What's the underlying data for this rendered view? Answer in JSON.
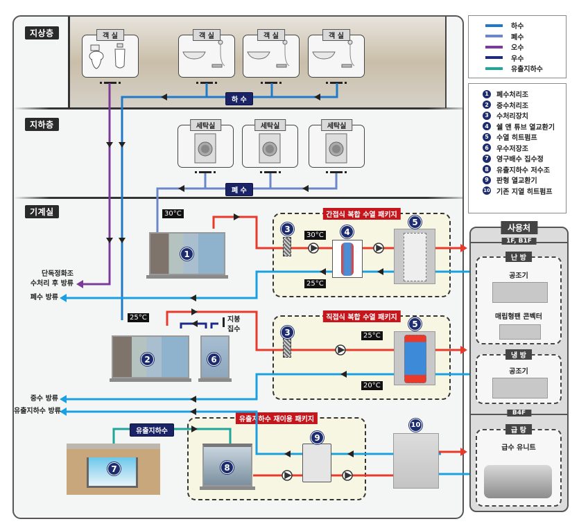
{
  "floors": {
    "ground": "지상층",
    "basement": "지하층",
    "machine_room": "기계실"
  },
  "rooms": {
    "guest_room": "객 실",
    "laundry": "세탁실"
  },
  "pipe_labels": {
    "sewage": "하 수",
    "graywater": "폐 수",
    "groundwater": "유출지하수"
  },
  "temps": {
    "t1": "30°C",
    "t2": "30°C",
    "t3": "25°C",
    "t4": "25°C",
    "t5": "25°C",
    "t6": "20°C"
  },
  "discharge_labels": {
    "septic": "단독정화조\n수처리 후 방류",
    "septic_line1": "단독정화조",
    "septic_line2": "수처리 후 방류",
    "graywater": "폐수 방류",
    "reclaimed": "중수 방류",
    "groundwater": "유출지하수 방류"
  },
  "rain_collect": {
    "line1": "지붕",
    "line2": "집수"
  },
  "packages": {
    "indirect": "간접식 복합 수열 패키지",
    "direct": "직접식 복합 수열 패키지",
    "groundwater": "유출지하수 재이용 패키지"
  },
  "numbers": [
    "1",
    "2",
    "3",
    "4",
    "5",
    "6",
    "7",
    "8",
    "9",
    "10"
  ],
  "legend_pipes": [
    {
      "label": "하수",
      "color": "#1f78c8"
    },
    {
      "label": "폐수",
      "color": "#6b87c9"
    },
    {
      "label": "오수",
      "color": "#7b3a98"
    },
    {
      "label": "우수",
      "color": "#1b2a8a"
    },
    {
      "label": "유출지하수",
      "color": "#1fa59a"
    }
  ],
  "legend_items": [
    {
      "num": "1",
      "label": "폐수처리조"
    },
    {
      "num": "2",
      "label": "중수처리조"
    },
    {
      "num": "3",
      "label": "수처리장치"
    },
    {
      "num": "4",
      "label": "쉘 앤 튜브 열교환기"
    },
    {
      "num": "5",
      "label": "수열 히트펌프"
    },
    {
      "num": "6",
      "label": "우수저장조"
    },
    {
      "num": "7",
      "label": "영구배수 집수정"
    },
    {
      "num": "8",
      "label": "유출지하수 저수조"
    },
    {
      "num": "9",
      "label": "판형 열교환기"
    },
    {
      "num": "10",
      "label": "기존 지열 히트펌프"
    }
  ],
  "user_panel": {
    "title": "사용처",
    "floor_upper": "1F, B1F",
    "heating": "난 방",
    "ahu": "공조기",
    "fan_convector": "매립형팬 콘벡터",
    "cooling": "냉 방",
    "ahu2": "공조기",
    "floor_lower": "B4F",
    "hot_water": "급 탕",
    "supply_unit": "급수 유니트"
  },
  "colors": {
    "sewage": "#1f78c8",
    "graywater": "#6b87c9",
    "blackwater": "#7b3a98",
    "rainwater": "#1b2a8a",
    "groundwater": "#1fa59a",
    "hot": "#e8392a",
    "cold": "#1aa0e0",
    "package_title": "#c4161c"
  }
}
